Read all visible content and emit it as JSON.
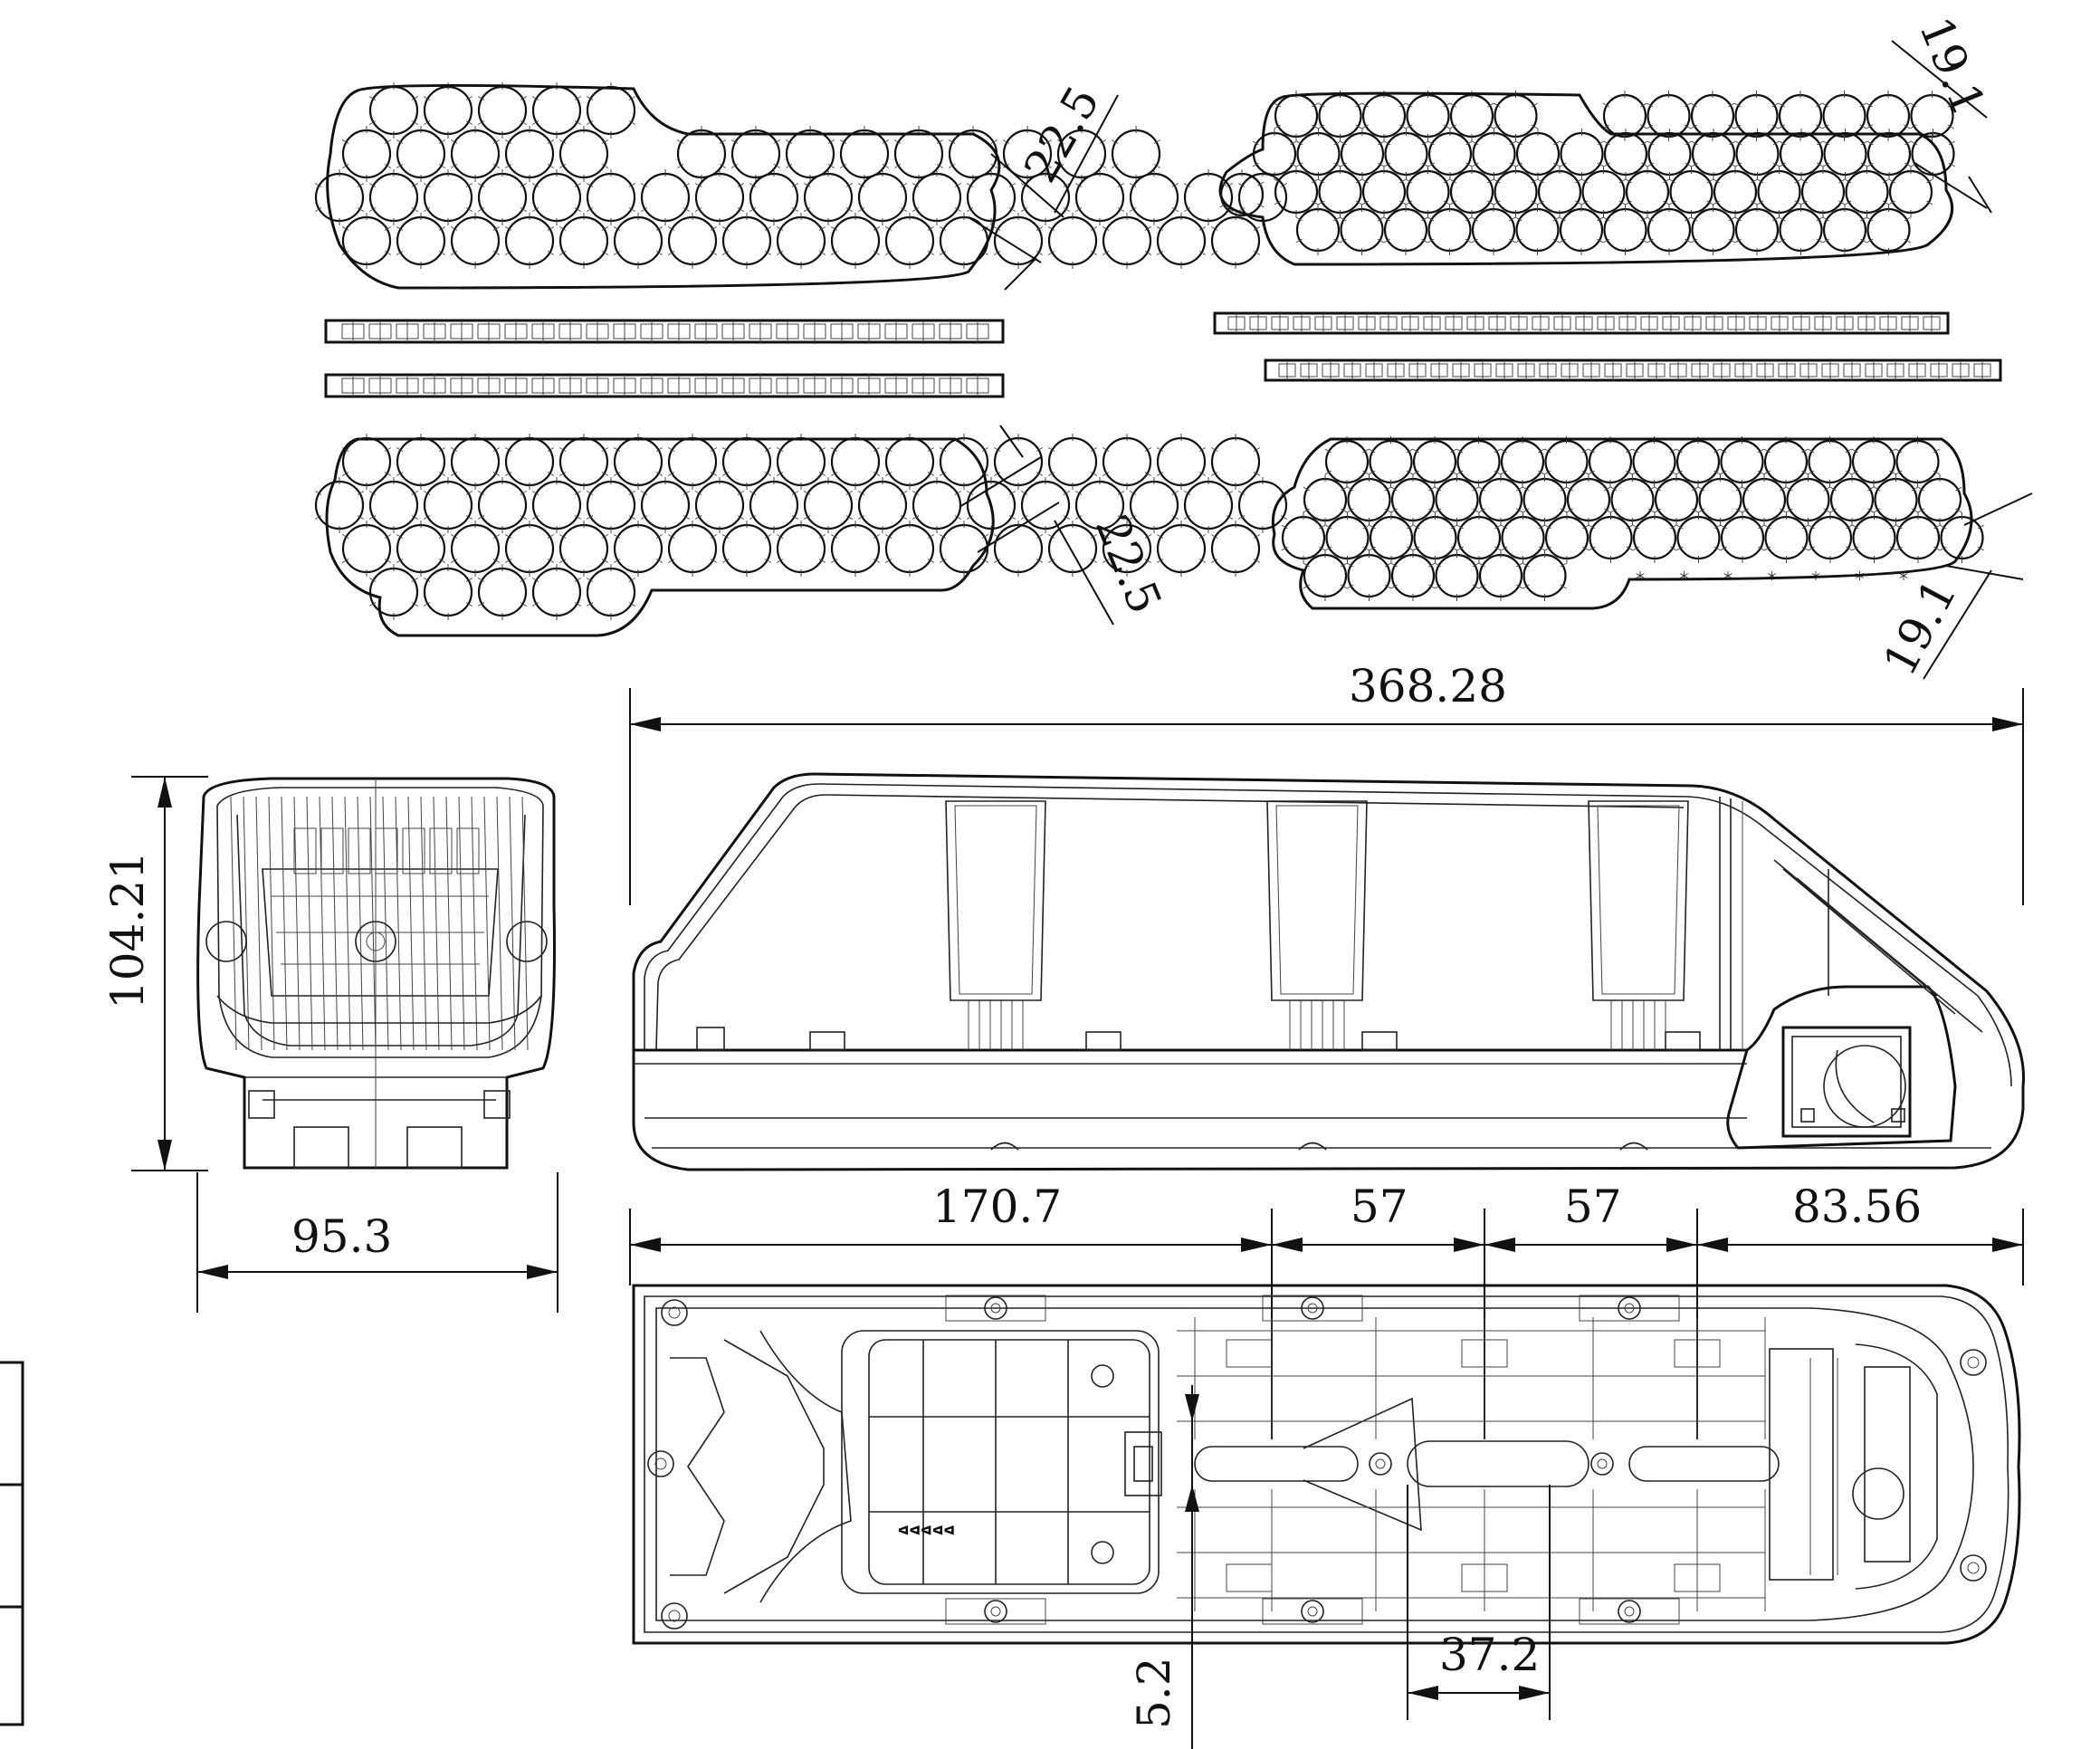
{
  "colors": {
    "ink": "#111111",
    "paper": "#ffffff"
  },
  "dimensions": {
    "d_22_5_top": "22.5",
    "d_22_5_bottom": "22.5",
    "d_19_1_top": "19.1",
    "d_19_1_bottom": "19.1",
    "d_368_28": "368.28",
    "d_104_21": "104.21",
    "d_95_3": "95.3",
    "d_170_7": "170.7",
    "d_57_a": "57",
    "d_57_b": "57",
    "d_83_56": "83.56",
    "d_37_2": "37.2",
    "d_5_2": "5.2"
  }
}
